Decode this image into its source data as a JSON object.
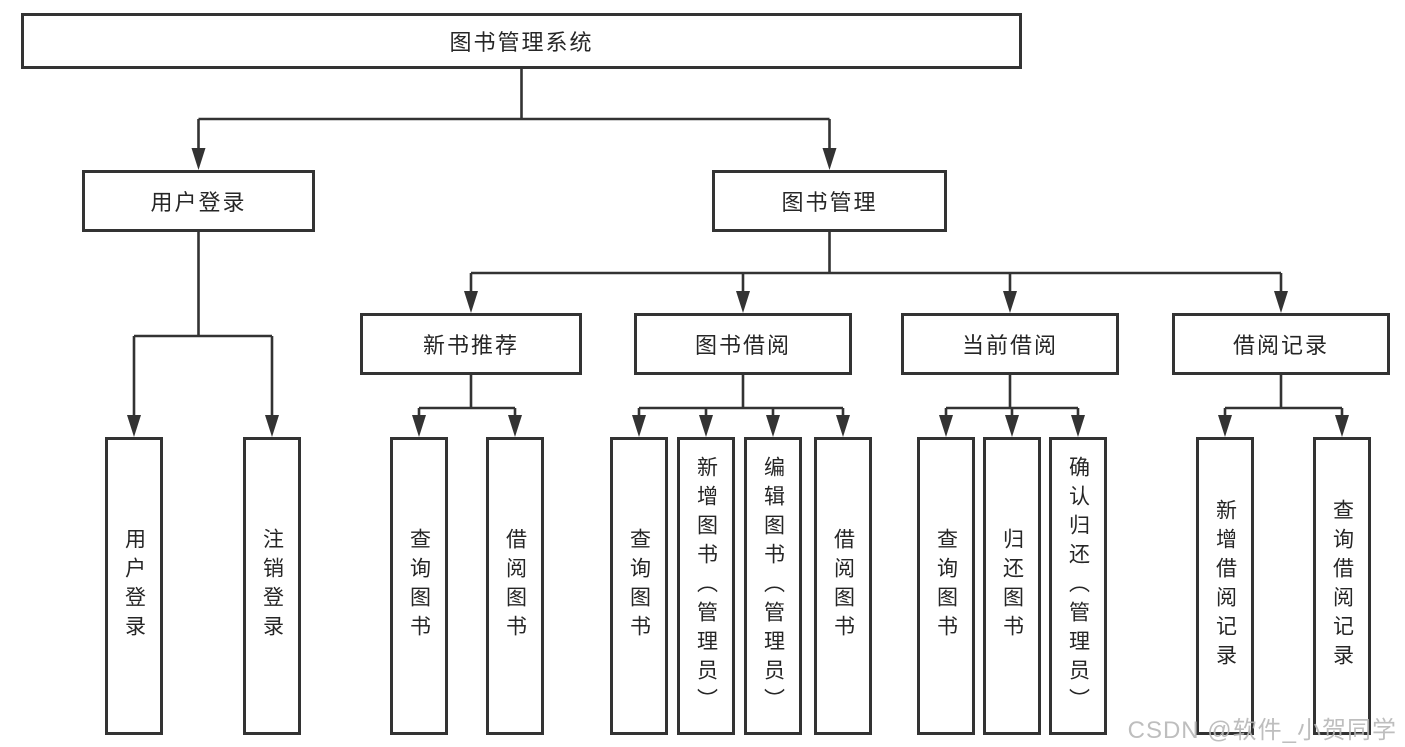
{
  "tree": {
    "root": "图书管理系统",
    "user_branch": {
      "label": "用户登录",
      "leaves": [
        "用户登录",
        "注销登录"
      ]
    },
    "book_branch": {
      "label": "图书管理",
      "groups": [
        {
          "label": "新书推荐",
          "leaves": [
            "查询图书",
            "借阅图书"
          ]
        },
        {
          "label": "图书借阅",
          "leaves": [
            "查询图书",
            "新增图书（管理员）",
            "编辑图书（管理员）",
            "借阅图书"
          ]
        },
        {
          "label": "当前借阅",
          "leaves": [
            "查询图书",
            "归还图书",
            "确认归还（管理员）"
          ]
        },
        {
          "label": "借阅记录",
          "leaves": [
            "新增借阅记录",
            "查询借阅记录"
          ]
        }
      ]
    }
  },
  "watermark": "CSDN @软件_小贺同学",
  "colors": {
    "line": "#333333",
    "text": "#262626",
    "watermark": "#b7b7b7",
    "background": "#ffffff"
  }
}
